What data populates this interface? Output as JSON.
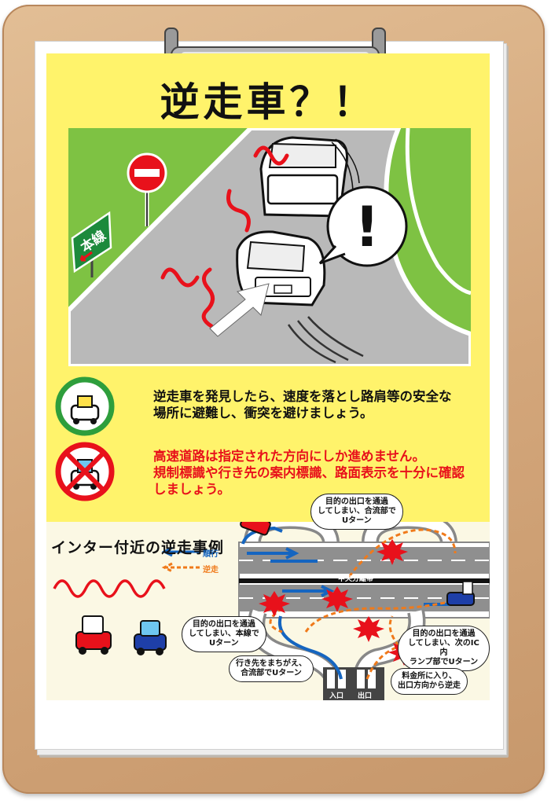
{
  "poster": {
    "title": "逆走車？！",
    "sign_label": "本線",
    "exclamation": "!"
  },
  "tips": [
    {
      "lines": [
        "逆走車を発見したら、速度を落とし路肩等の安全な",
        "場所に避難し、衝突を避けましょう。"
      ],
      "color": "#111111"
    },
    {
      "lines": [
        "高速道路は指定された方向にしか進めません。",
        "規制標識や行き先の案内標識、路面表示を十分に確認",
        "しましょう。"
      ],
      "color": "#e8111b"
    }
  ],
  "map": {
    "title": "インター付近の逆走事例",
    "legend": {
      "normal": "順行",
      "wrong": "逆走"
    },
    "median_label": "中央分離帯",
    "gates": {
      "entrance": "入口",
      "exit": "出口"
    },
    "callouts": [
      {
        "lines": [
          "目的の出口を通過",
          "してしまい、合流部で",
          "Uターン"
        ]
      },
      {
        "lines": [
          "目的の出口を通過",
          "してしまい、本線で",
          "Uターン"
        ]
      },
      {
        "lines": [
          "目的の出口を通過",
          "してしまい、次のIC内",
          "ランプ部でUターン"
        ]
      },
      {
        "lines": [
          "行き先をまちがえ、",
          "合流部でUターン"
        ]
      },
      {
        "lines": [
          "料金所に入り、",
          "出口方向から逆走"
        ]
      }
    ]
  },
  "colors": {
    "background_yellow": "#fff36b",
    "accent_red": "#e8111b",
    "normal_blue": "#1565c0",
    "wrong_orange": "#f07a1a",
    "safe_green": "#2e9e3c",
    "board_brown": "#d3a67a"
  }
}
